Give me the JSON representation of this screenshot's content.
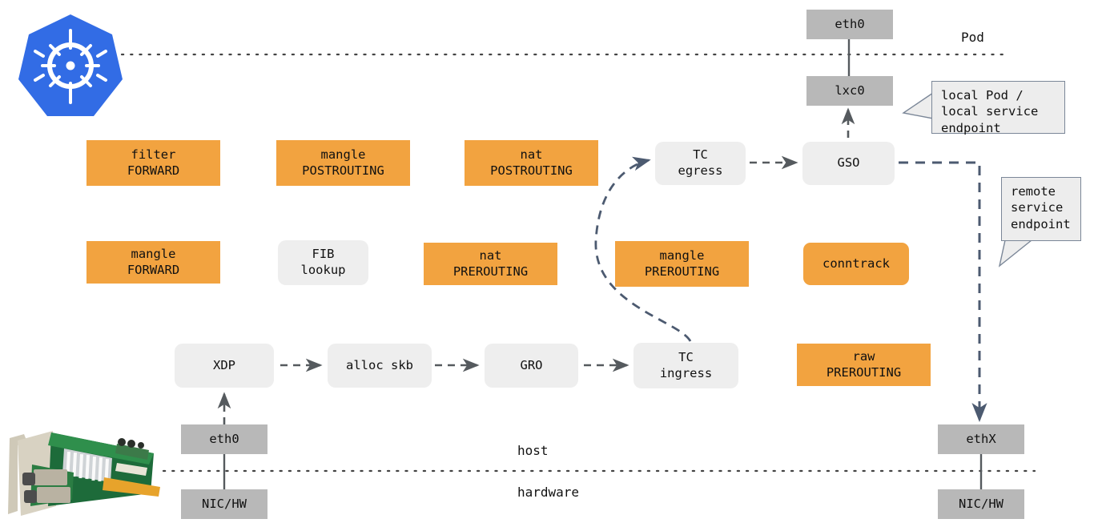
{
  "diagram": {
    "title": "Kubernetes / Cilium packet path through host networking stack",
    "colors": {
      "orange": "#f2a340",
      "grey_box": "#eeeeee",
      "interface_grey": "#b8b8b8",
      "arrow_dark": "#555a5e",
      "arrow_blue": "#4c5a70",
      "callout_border": "#7b8798",
      "k8s_blue": "#326ce5"
    },
    "zones": [
      {
        "name": "pod-zone-label",
        "text": "Pod"
      },
      {
        "name": "host-zone-label",
        "text": "host"
      },
      {
        "name": "hardware-zone-label",
        "text": "hardware"
      }
    ],
    "interfaces": [
      {
        "id": "pod-eth0",
        "label": "eth0"
      },
      {
        "id": "lxc0",
        "label": "lxc0"
      },
      {
        "id": "host-eth0",
        "label": "eth0"
      },
      {
        "id": "host-nic-hw",
        "label": "NIC/HW"
      },
      {
        "id": "ethx",
        "label": "ethX"
      },
      {
        "id": "ethx-nic-hw",
        "label": "NIC/HW"
      }
    ],
    "netfilter_boxes": [
      {
        "id": "filter-forward",
        "label": "filter\nFORWARD",
        "rounded": false
      },
      {
        "id": "mangle-postrouting",
        "label": "mangle\nPOSTROUTING",
        "rounded": false
      },
      {
        "id": "nat-postrouting",
        "label": "nat\nPOSTROUTING",
        "rounded": false
      },
      {
        "id": "mangle-forward",
        "label": "mangle\nFORWARD",
        "rounded": false
      },
      {
        "id": "nat-prerouting",
        "label": "nat\nPREROUTING",
        "rounded": false
      },
      {
        "id": "mangle-prerouting",
        "label": "mangle\nPREROUTING",
        "rounded": false
      },
      {
        "id": "conntrack",
        "label": "conntrack",
        "rounded": true
      },
      {
        "id": "raw-prerouting",
        "label": "raw\nPREROUTING",
        "rounded": false
      }
    ],
    "stack_boxes": [
      {
        "id": "fib-lookup",
        "label": "FIB\nlookup"
      },
      {
        "id": "tc-egress",
        "label": "TC\negress"
      },
      {
        "id": "gso",
        "label": "GSO"
      },
      {
        "id": "xdp",
        "label": "XDP"
      },
      {
        "id": "alloc-skb",
        "label": "alloc skb"
      },
      {
        "id": "gro",
        "label": "GRO"
      },
      {
        "id": "tc-ingress",
        "label": "TC\ningress"
      }
    ],
    "callouts": [
      {
        "id": "local-endpoint",
        "text": "local Pod /\nlocal service\nendpoint"
      },
      {
        "id": "remote-endpoint",
        "text": "remote\nservice\nendpoint"
      }
    ],
    "logo": {
      "name": "kubernetes-logo",
      "alt": "Kubernetes helm wheel"
    },
    "photo": {
      "name": "nic-card-photo",
      "alt": "dual-port SFP+ network interface card"
    }
  }
}
